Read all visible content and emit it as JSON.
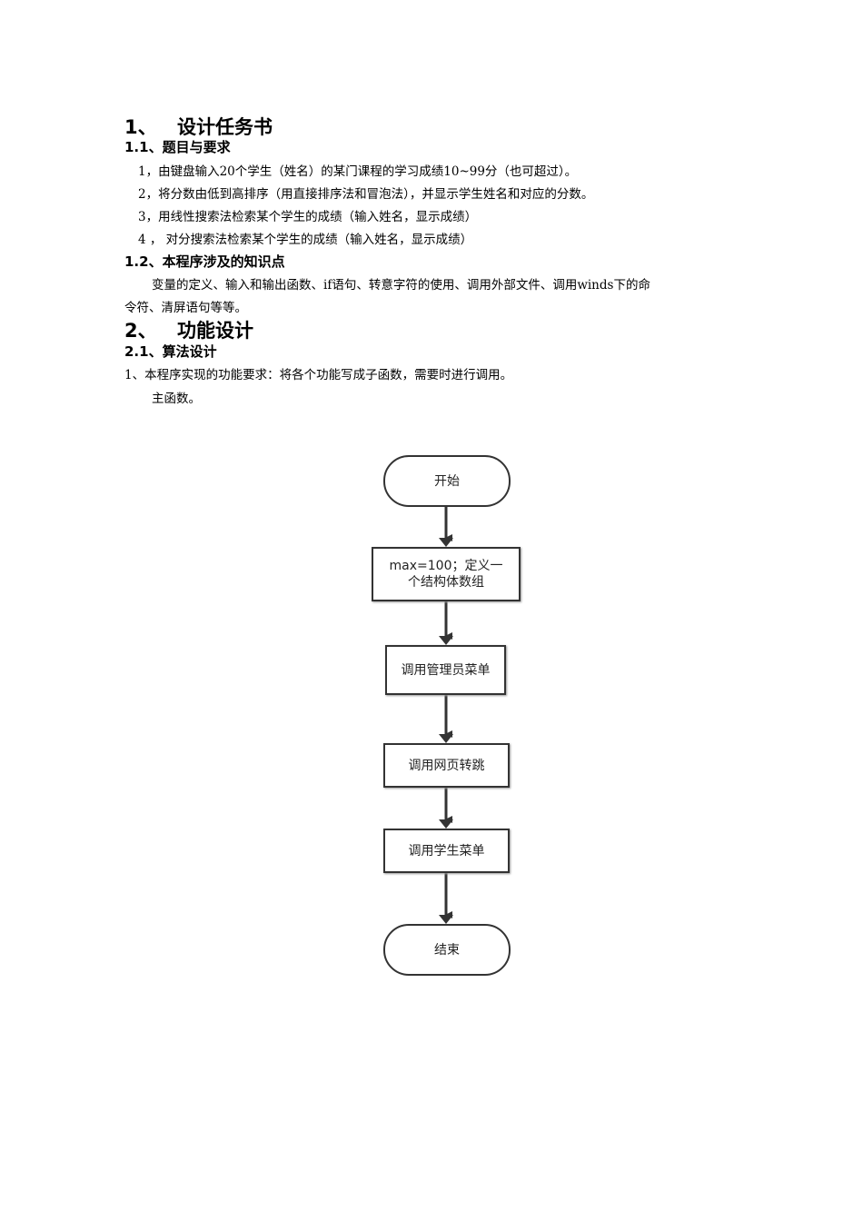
{
  "section1": {
    "number": "1、",
    "title": "设计任务书",
    "sub1": {
      "title": "1.1、题目与要求",
      "items": [
        "1，由键盘输入20个学生（姓名）的某门课程的学习成绩10~99分（也可超过）。",
        "2，将分数由低到高排序（用直接排序法和冒泡法），并显示学生姓名和对应的分数。",
        "3，用线性搜索法检索某个学生的成绩（输入姓名，显示成绩）",
        "4 ， 对分搜索法检索某个学生的成绩（输入姓名，显示成绩）"
      ]
    },
    "sub2": {
      "title": "1.2、本程序涉及的知识点",
      "line1": "变量的定义、输入和输出函数、if语句、转意字符的使用、调用外部文件、调用winds下的命",
      "line2": "令符、清屏语句等等。"
    }
  },
  "section2": {
    "number": "2、",
    "title": "功能设计",
    "sub1": {
      "title": "2.1、算法设计",
      "line1": "1、本程序实现的功能要求：将各个功能写成子函数，需要时进行调用。",
      "line2": "主函数。"
    }
  },
  "flowchart": {
    "start": "开始",
    "step1": "max=100；定义一个结构体数组",
    "step2": "调用管理员菜单",
    "step3": "调用网页转跳",
    "step4": "调用学生菜单",
    "end": "结束"
  }
}
